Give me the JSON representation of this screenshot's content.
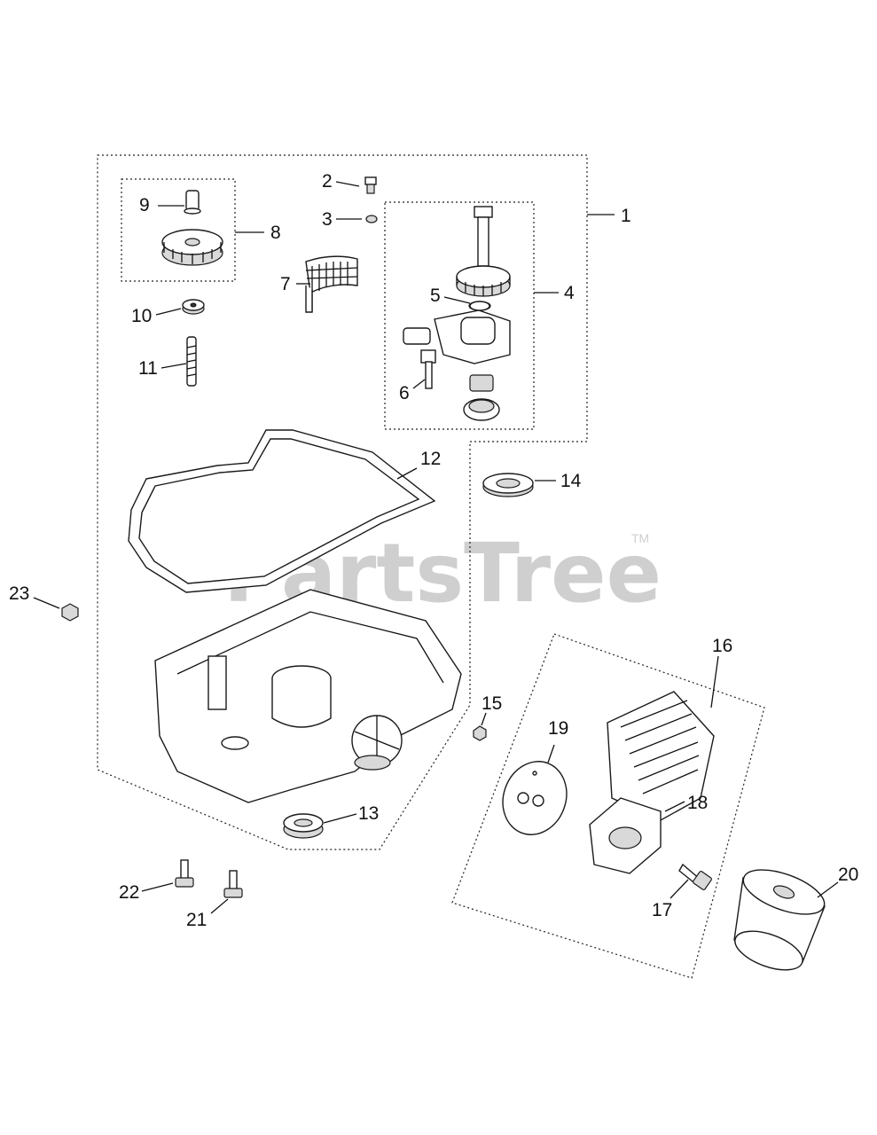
{
  "watermark": {
    "brand": "PartsTree",
    "trademark": "TM"
  },
  "callouts": [
    {
      "id": "1",
      "text": "1"
    },
    {
      "id": "2",
      "text": "2"
    },
    {
      "id": "3",
      "text": "3"
    },
    {
      "id": "4",
      "text": "4"
    },
    {
      "id": "5",
      "text": "5"
    },
    {
      "id": "6",
      "text": "6"
    },
    {
      "id": "7",
      "text": "7"
    },
    {
      "id": "8",
      "text": "8"
    },
    {
      "id": "9",
      "text": "9"
    },
    {
      "id": "10",
      "text": "10"
    },
    {
      "id": "11",
      "text": "11"
    },
    {
      "id": "12",
      "text": "12"
    },
    {
      "id": "13",
      "text": "13"
    },
    {
      "id": "14",
      "text": "14"
    },
    {
      "id": "15",
      "text": "15"
    },
    {
      "id": "16",
      "text": "16"
    },
    {
      "id": "17",
      "text": "17"
    },
    {
      "id": "18",
      "text": "18"
    },
    {
      "id": "19",
      "text": "19"
    },
    {
      "id": "20",
      "text": "20"
    },
    {
      "id": "21",
      "text": "21"
    },
    {
      "id": "22",
      "text": "22"
    },
    {
      "id": "23",
      "text": "23"
    }
  ]
}
